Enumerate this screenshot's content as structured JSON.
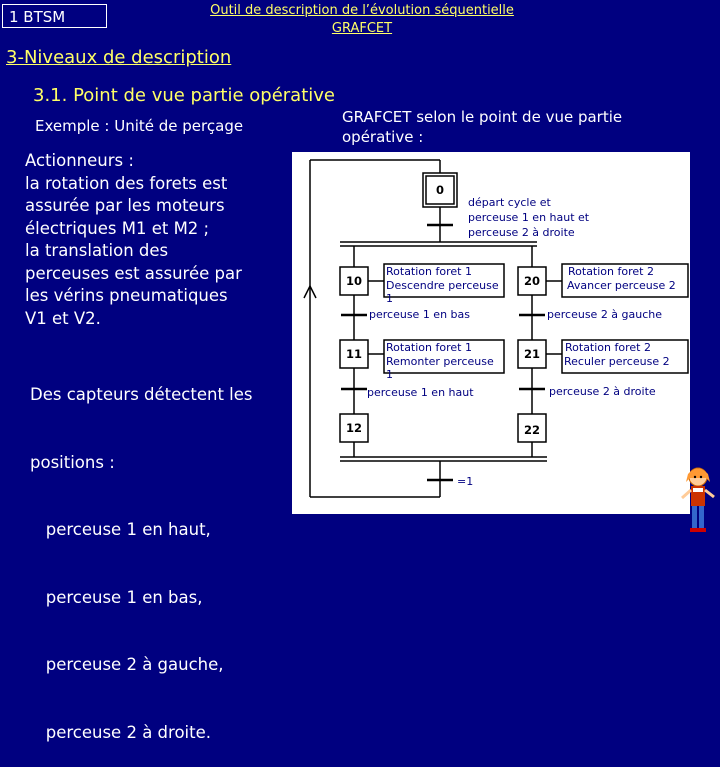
{
  "header": {
    "badge": "1 BTSM",
    "title_line1": "Outil de description de l’évolution séquentielle",
    "title_line2": "GRAFCET"
  },
  "section": "3-Niveaux de description",
  "subsection": "3.1. Point de vue partie opérative",
  "example": "Exemple : Unité de perçage",
  "grafcet_title": [
    "GRAFCET selon le point de vue partie",
    "opérative :"
  ],
  "actuators": [
    "Actionneurs :",
    "la rotation des forets est",
    "assurée par les moteurs",
    "électriques M1 et M2 ;",
    "la translation des",
    "perceuses est assurée par",
    "les vérins pneumatiques",
    "V1 et V2."
  ],
  "sensors": [
    "Des capteurs détectent les",
    "positions :",
    "   perceuse 1 en haut,",
    "   perceuse 1 en bas,",
    "   perceuse 2 à gauche,",
    "   perceuse 2 à droite."
  ],
  "grafcet": {
    "steps": {
      "s0": "0",
      "s10": "10",
      "s11": "11",
      "s12": "12",
      "s20": "20",
      "s21": "21",
      "s22": "22"
    },
    "transition0": [
      "départ cycle et",
      "perceuse 1 en haut et",
      "perceuse 2 à droite"
    ],
    "action10": [
      "Rotation foret 1",
      "Descendre perceuse",
      "1"
    ],
    "action20": [
      "Rotation foret 2",
      "Avancer perceuse 2"
    ],
    "action11": [
      "Rotation foret 1",
      "Remonter perceuse",
      "1"
    ],
    "action21": [
      "Rotation foret 2",
      "Reculer perceuse 2"
    ],
    "t10": "perceuse 1 en bas",
    "t20": "perceuse 2 à gauche",
    "t11": "perceuse 1 en haut",
    "t21": "perceuse 2 à droite",
    "final": "=1"
  },
  "colors": {
    "background": "#000080",
    "accent": "#ffff66",
    "text": "#ffffff",
    "panel": "#ffffff",
    "steps": "#000000"
  }
}
